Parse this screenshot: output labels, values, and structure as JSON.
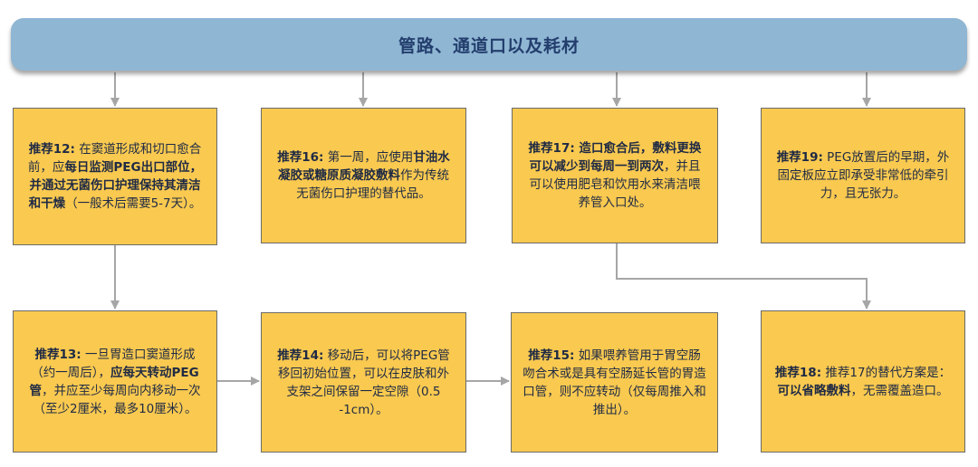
{
  "title": "管路、通道口以及耗材",
  "boxes": {
    "r12": [
      {
        "t": "推荐12:",
        "b": true
      },
      {
        "t": " 在窦道形成和切口愈合前，应",
        "b": false
      },
      {
        "t": "每日监测PEG出口部位，并通过无菌伤口护理保持其清洁和干燥",
        "b": true
      },
      {
        "t": "（一般术后需要5-7天）。",
        "b": false
      }
    ],
    "r16": [
      {
        "t": "推荐16:",
        "b": true
      },
      {
        "t": " 第一周，应使用",
        "b": false
      },
      {
        "t": "甘油水凝胶或糖原质凝胶敷料",
        "b": true
      },
      {
        "t": "作为传统无菌伤口护理的替代品。",
        "b": false
      }
    ],
    "r17": [
      {
        "t": "推荐17: 造口愈合后，敷料更换可以减少到每周一到两次",
        "b": true
      },
      {
        "t": "，并且可以使用肥皂和饮用水来清洁喂养管入口处。",
        "b": false
      }
    ],
    "r19": [
      {
        "t": "推荐19:",
        "b": true
      },
      {
        "t": " PEG放置后的早期，外固定板应立即承受非常低的牵引力，且无张力。",
        "b": false
      }
    ],
    "r13": [
      {
        "t": "推荐13:",
        "b": true
      },
      {
        "t": " 一旦胃造口窦道形成（约一周后），",
        "b": false
      },
      {
        "t": "应每天转动PEG管",
        "b": true
      },
      {
        "t": "，并应至少每周向内移动一次（至少2厘米，最多10厘米）。",
        "b": false
      }
    ],
    "r14": [
      {
        "t": "推荐14:",
        "b": true
      },
      {
        "t": " 移动后，可以将PEG管移回初始位置，可以在皮肤和外支架之间保留一定空隙（0.5 -1cm）。",
        "b": false
      }
    ],
    "r15": [
      {
        "t": "推荐15:",
        "b": true
      },
      {
        "t": " 如果喂养管用于胃空肠吻合术或是具有空肠延长管的胃造口管，则不应转动（仅每周推入和推出）。",
        "b": false
      }
    ],
    "r18": [
      {
        "t": "推荐18:",
        "b": true
      },
      {
        "t": " 推荐17的替代方案是：",
        "b": false
      },
      {
        "t": "可以省略敷料",
        "b": true
      },
      {
        "t": "，无需覆盖造口。",
        "b": false
      }
    ]
  }
}
